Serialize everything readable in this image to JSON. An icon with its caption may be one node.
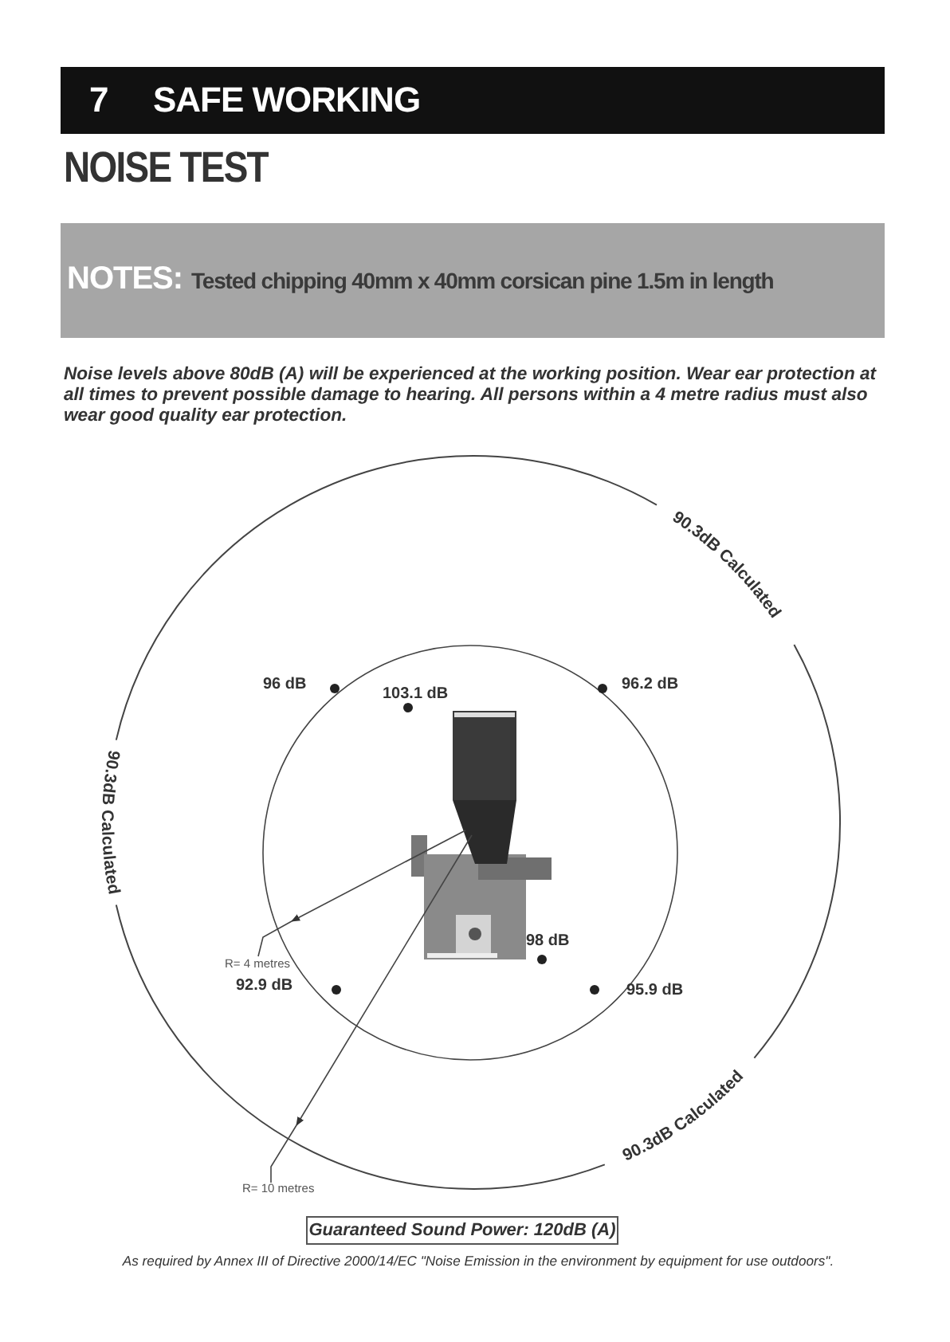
{
  "diagram": {
    "title": "NOISE TEST",
    "nodes": [
      {
        "text": [
          "7",
          "SAFE WORKING"
        ]
      },
      {
        "text": [
          "NOTES:",
          "Tested chipping 40mm x 40mm corsican pine 1.5m in length"
        ]
      },
      {
        "text": [
          "Guaranteed Sound Power: 120dB (A)"
        ]
      }
    ],
    "labels": [
      "Noise levels above 80dB (A) will be experienced at the working position.  Wear ear protection at all times to prevent possible damage to hearing.  All persons within a 4 metre radius must also wear good quality ear protection.",
      "90.3dB Calculated",
      "96 dB",
      "103.1 dB",
      "96.2 dB",
      "90.3dB Calculated",
      "98 dB",
      "R= 4 metres",
      "92.9 dB",
      "95.9 dB",
      "90.3dB Calculated",
      "R= 10 metres",
      "As required by Annex III of Directive 2000/14/EC \"Noise Emission in the environment by equipment for use outdoors\"."
    ]
  }
}
